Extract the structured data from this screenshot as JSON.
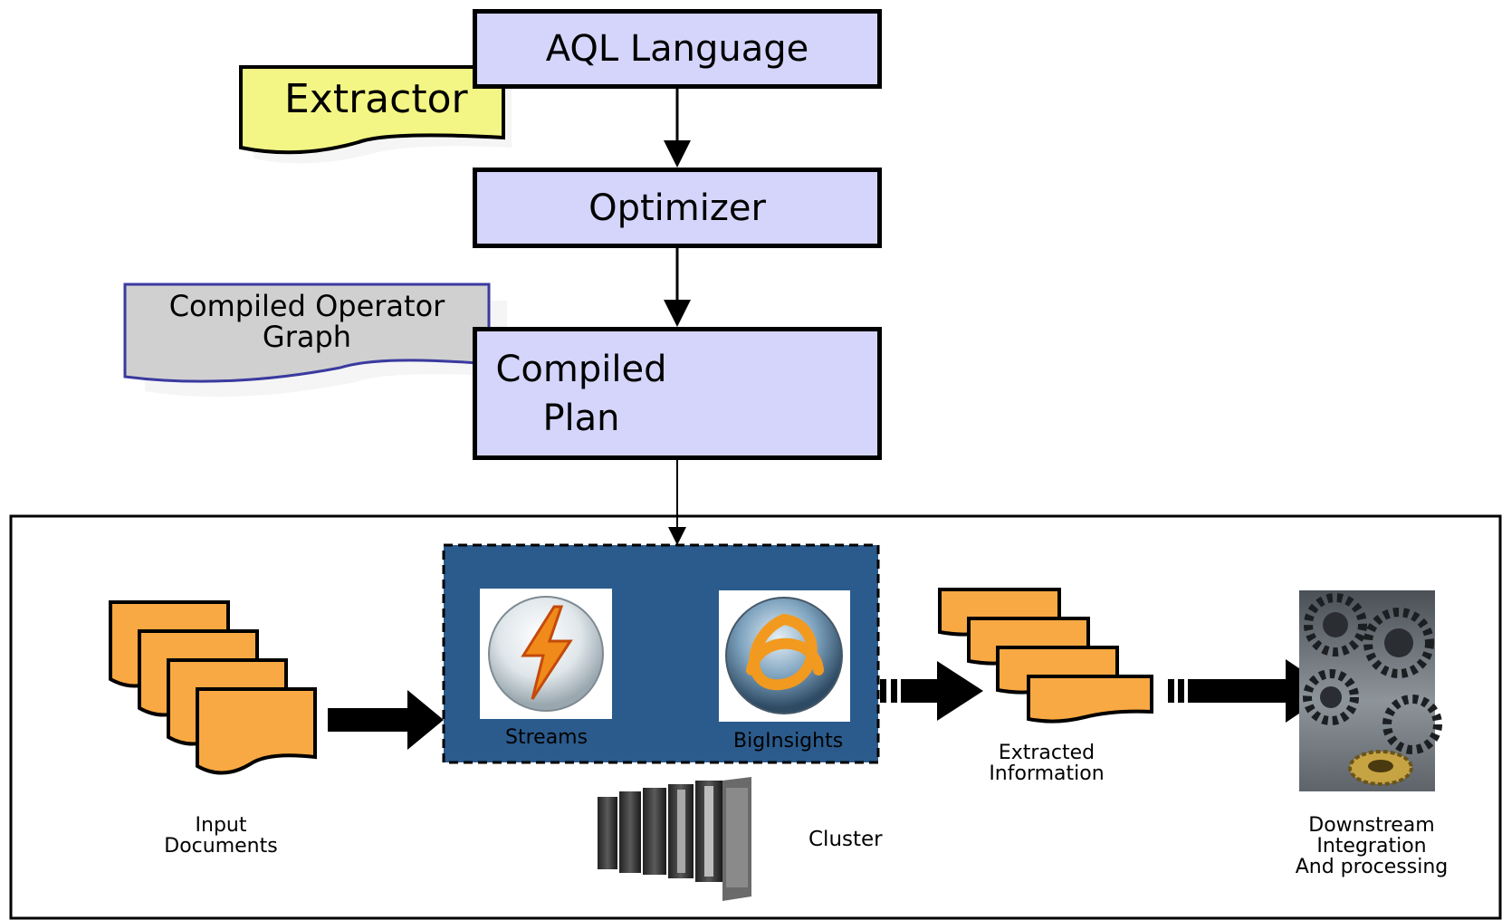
{
  "pipeline": {
    "aql_language": "AQL Language",
    "optimizer": "Optimizer",
    "compiled_plan_line1": "Compiled",
    "compiled_plan_line2": "Plan"
  },
  "callouts": {
    "extractor": "Extractor",
    "compiled_operator_graph_line1": "Compiled Operator",
    "compiled_operator_graph_line2": "Graph"
  },
  "runtime": {
    "streams": "Streams",
    "biginsights": "BigInsights",
    "cluster": "Cluster"
  },
  "flow": {
    "input_line1": "Input",
    "input_line2": "Documents",
    "extracted_line1": "Extracted",
    "extracted_line2": "Information",
    "downstream_line1": "Downstream",
    "downstream_line2": "Integration",
    "downstream_line3": "And processing"
  },
  "colors": {
    "box_fill": "#d5d5fb",
    "extractor_fill": "#f3f684",
    "graph_fill": "#d0d0d0",
    "runtime_fill": "#2b5b8c",
    "document_fill": "#f9a943"
  }
}
